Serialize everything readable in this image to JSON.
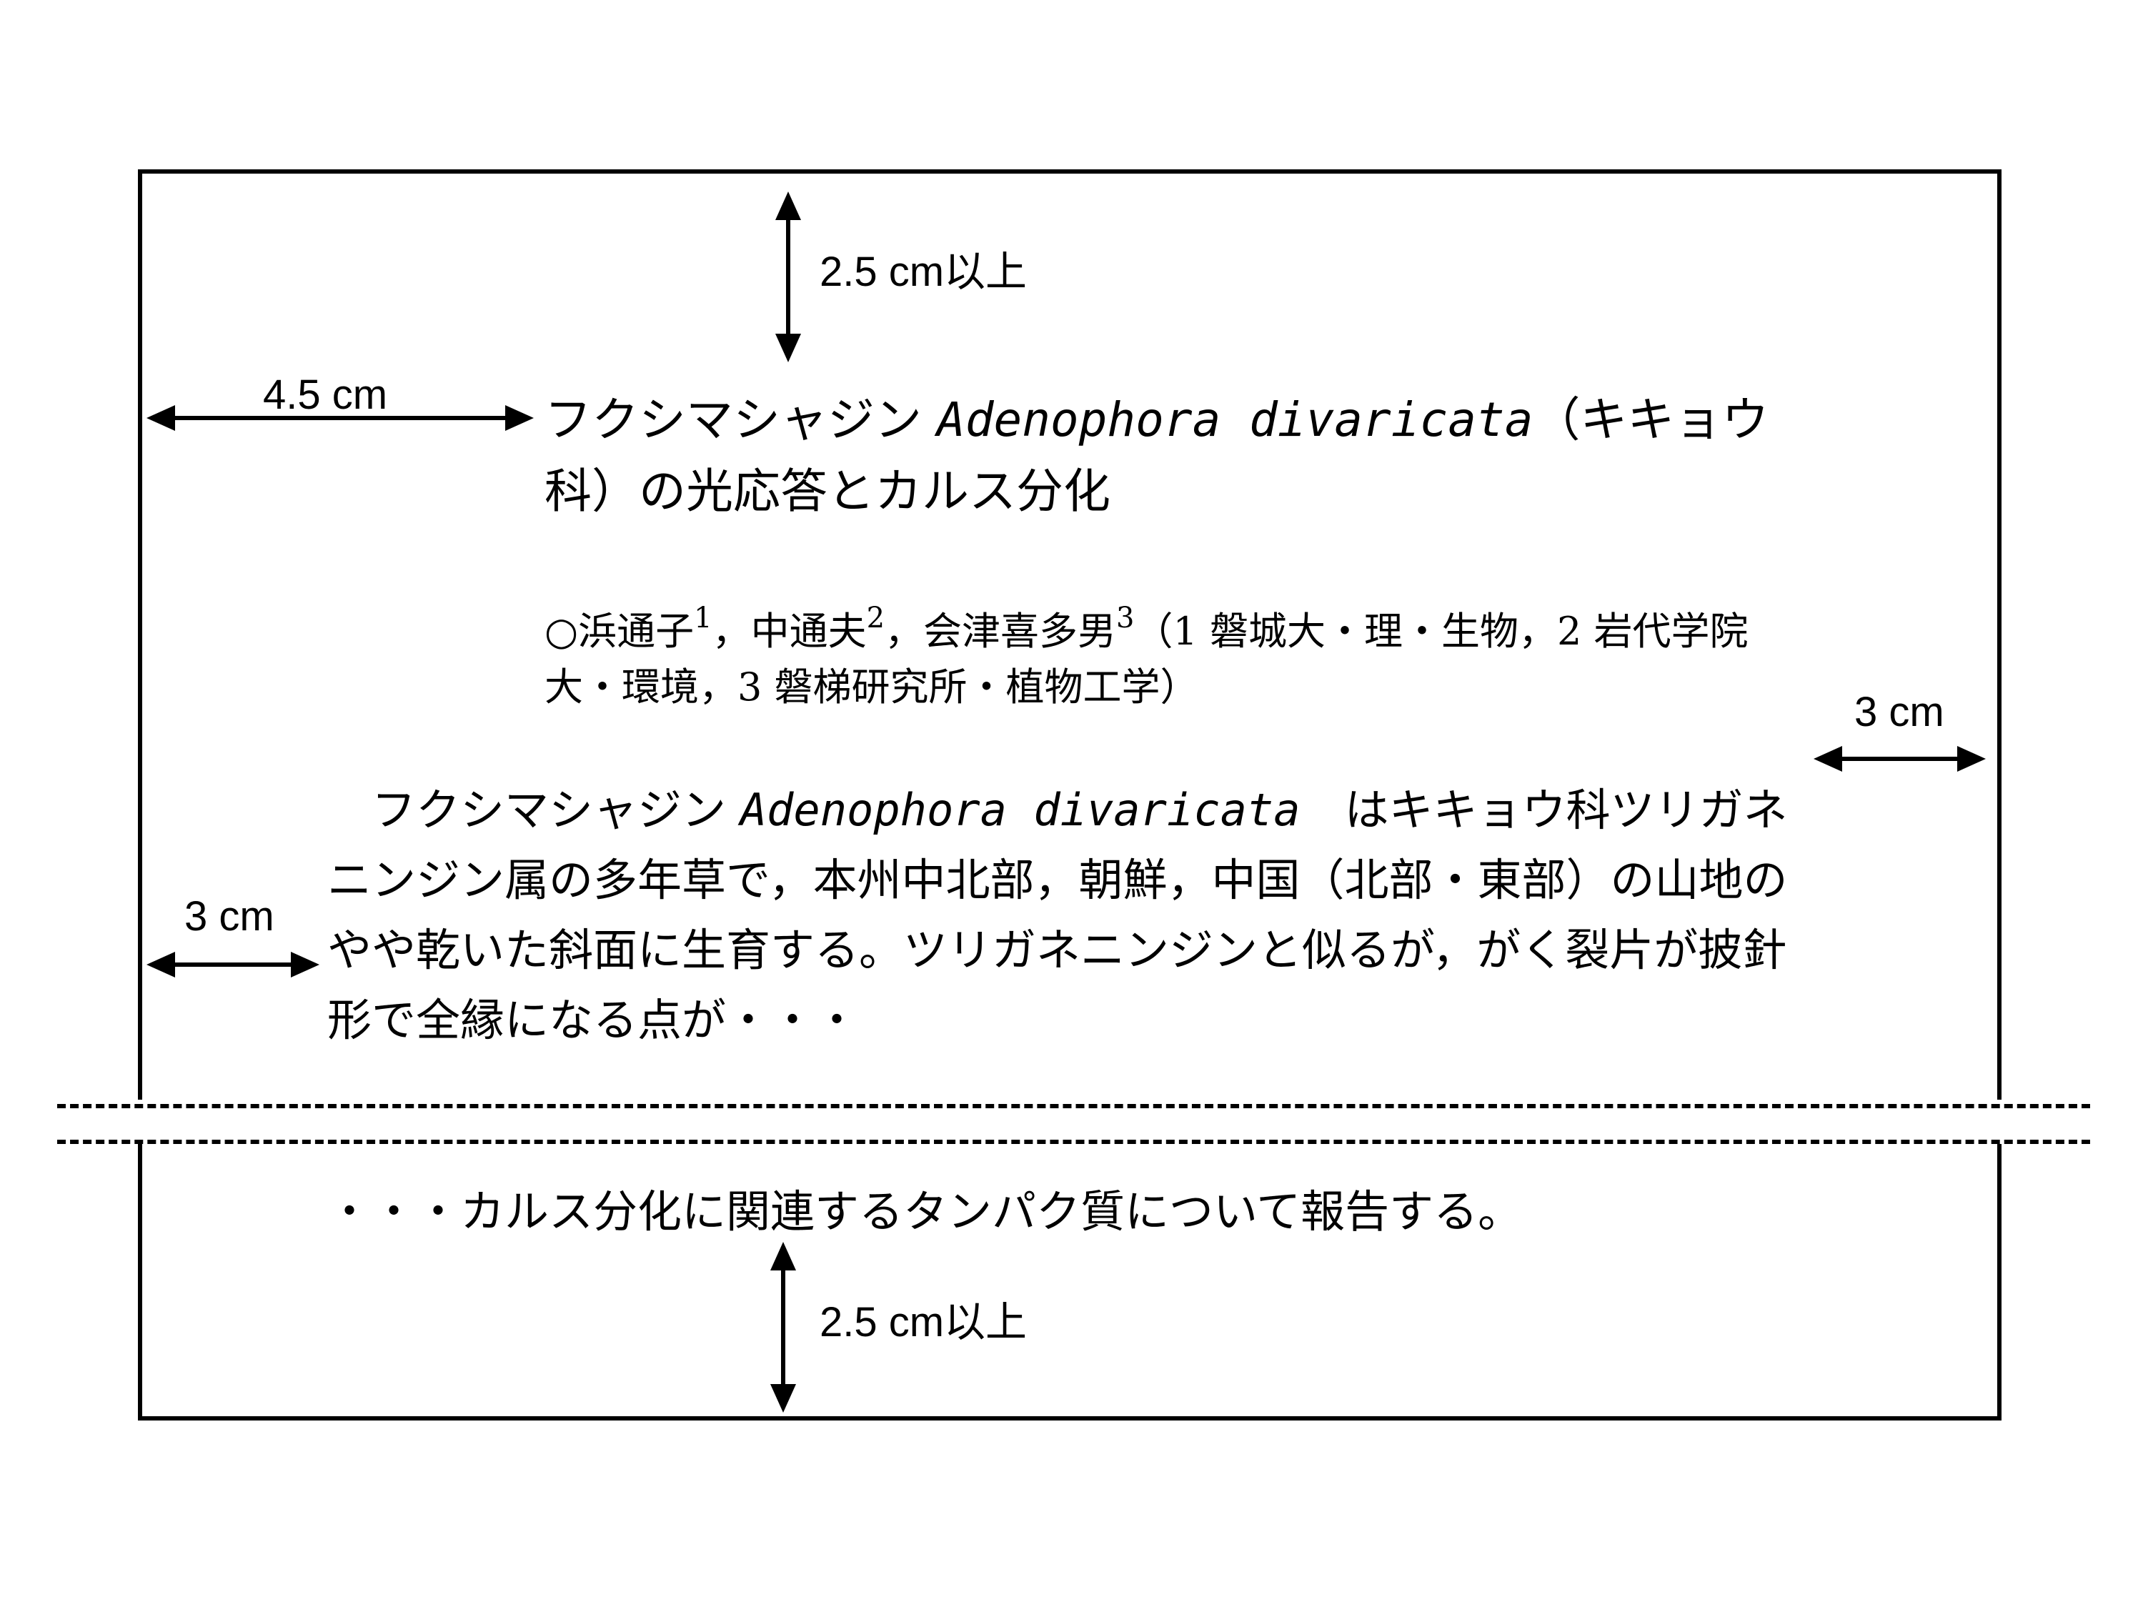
{
  "dimensions": {
    "top_margin_label": "2.5 cm以上",
    "left_title_label": "4.5 cm",
    "right_margin_label": "3 cm",
    "left_margin_label": "3 cm",
    "bottom_margin_label": "2.5 cm以上"
  },
  "title": {
    "part1": "フクシマシャジン ",
    "species": "Adenophora divaricata",
    "part2": "（キキョウ科）の光応答とカルス分化"
  },
  "authors": {
    "marker": "○",
    "author1": "浜通子",
    "sup1": "1",
    "sep1": "，",
    "author2": "中通夫",
    "sup2": "2",
    "sep2": "，",
    "author3": "会津喜多男",
    "sup3": "3",
    "affiliations": "（1 磐城大・理・生物，2 岩代学院大・環境，3 磐梯研究所・植物工学）"
  },
  "abstract": {
    "lead": "　フクシマシャジン ",
    "species": "Adenophora divaricata",
    "body": "　はキキョウ科ツリガネニンジン属の多年草で，本州中北部，朝鮮，中国（北部・東部）の山地のやや乾いた斜面に生育する。ツリガネニンジンと似るが，がく裂片が披針形で全縁になる点が・・・",
    "ending": "・・・カルス分化に関連するタンパク質について報告する。"
  }
}
